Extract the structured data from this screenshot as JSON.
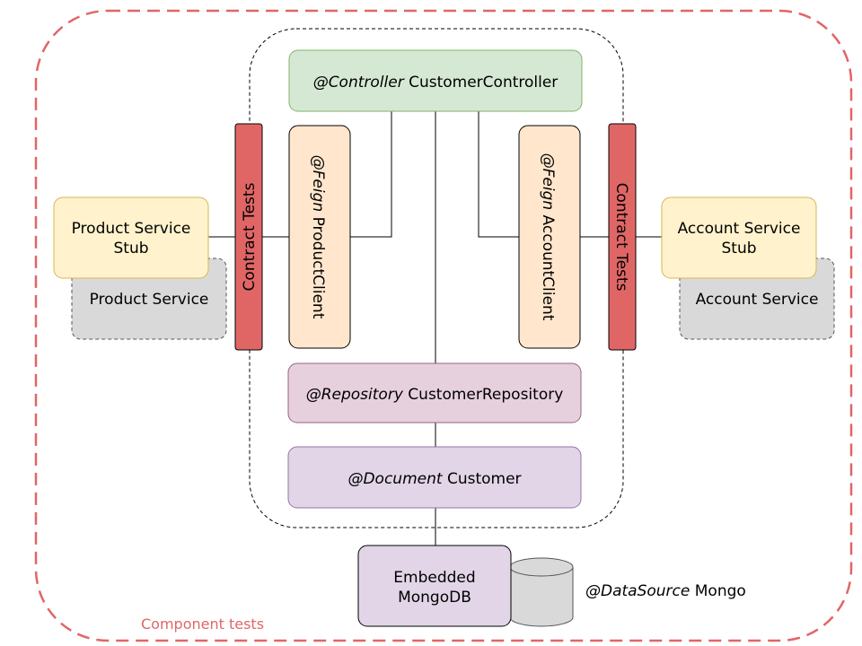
{
  "diagram": {
    "boundary_label": "Component tests",
    "controller": {
      "annotation": "@Controller",
      "name": "CustomerController"
    },
    "feign_product": {
      "annotation": "@Feign",
      "name": "ProductClient"
    },
    "feign_account": {
      "annotation": "@Feign",
      "name": "AccountClient"
    },
    "contract_tests_left": "Contract Tests",
    "contract_tests_right": "Contract Tests",
    "product_stub": {
      "line1": "Product Service",
      "line2": "Stub"
    },
    "product_service": "Product Service",
    "account_stub": {
      "line1": "Account Service",
      "line2": "Stub"
    },
    "account_service": "Account Service",
    "repository": {
      "annotation": "@Repository",
      "name": "CustomerRepository"
    },
    "document": {
      "annotation": "@Document",
      "name": "Customer"
    },
    "mongo": {
      "line1": "Embedded",
      "line2": "MongoDB"
    },
    "datasource": {
      "annotation": "@DataSource",
      "name": "Mongo"
    }
  },
  "colors": {
    "boundary": "#e06666",
    "controller_fill": "#d5e8d4",
    "controller_stroke": "#82b366",
    "feign_fill": "#ffe6cc",
    "feign_stroke": "#000000",
    "contract_fill": "#e06666",
    "stub_fill": "#fff2cc",
    "stub_stroke": "#d6b656",
    "service_fill": "#d9d9d9",
    "repository_fill": "#e6d0de",
    "document_fill": "#e1d5e7",
    "db_fill": "#d9d9d9",
    "boundary_label": "#e06666"
  }
}
